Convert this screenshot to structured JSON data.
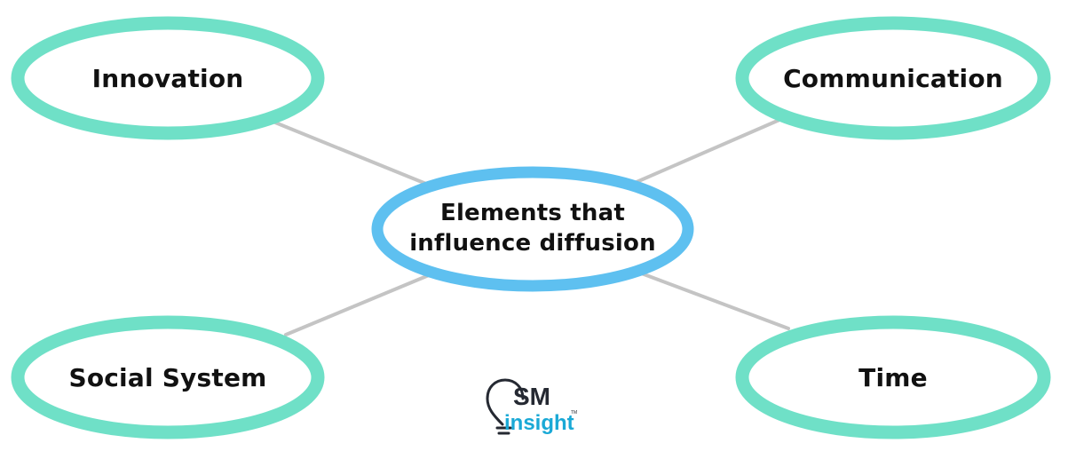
{
  "diagram": {
    "center": {
      "line1": "Elements that",
      "line2": "influence diffusion"
    },
    "nodes": {
      "innovation": "Innovation",
      "communication": "Communication",
      "social_system": "Social System",
      "time": "Time"
    }
  },
  "logo": {
    "sm": "SM",
    "insight": "insight",
    "tm": "TM"
  },
  "colors": {
    "outer_ring": "#6fe0c7",
    "center_ring": "#5ec0f0",
    "connector": "#c4c4c4",
    "text": "#111111",
    "logo_dark": "#252932",
    "logo_blue": "#1aa9d6"
  }
}
